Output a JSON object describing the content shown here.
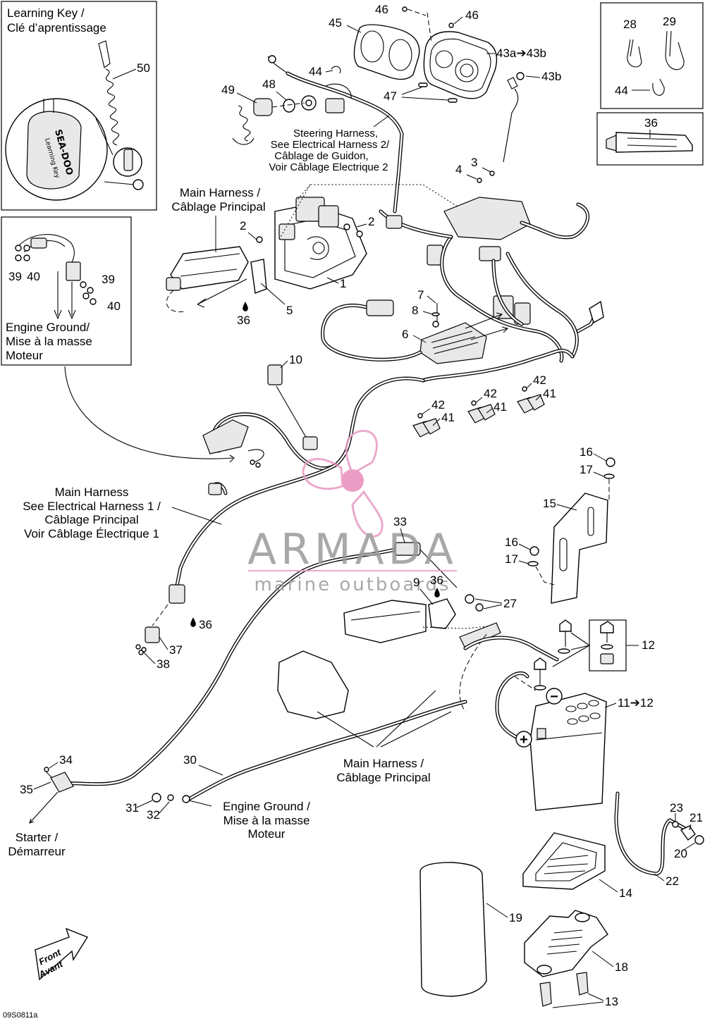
{
  "colors": {
    "ink": "#000000",
    "watermark_text": "#9a9a9a",
    "watermark_logo": "#e79cc3",
    "watermark_logo_center": "#e88dbb"
  },
  "watermark": {
    "brand": "ARMADA",
    "tagline": "marine outboards"
  },
  "inset_learning_key": {
    "title_line1": "Learning Key /",
    "title_line2": "Clé d’aprentissage",
    "brand_text": "SEA-DOO",
    "key_text": "Learning Key",
    "part": "50"
  },
  "inset_engine_ground": {
    "caption_line1": "Engine Ground/",
    "caption_line2": "Mise à la masse",
    "caption_line3": "Moteur",
    "parts": [
      "39",
      "40",
      "39",
      "40"
    ]
  },
  "inset_ties": {
    "parts": [
      "28",
      "29",
      "44"
    ]
  },
  "inset_grease": {
    "part": "36"
  },
  "labels": {
    "steering_harness": [
      "Steering Harness,",
      "See Electrical Harness 2/",
      "Câblage de Guidon,",
      "Voir Câblage Electrique 2"
    ],
    "main_harness_top": [
      "Main Harness /",
      "Câblage Principal"
    ],
    "main_harness_left": [
      "Main Harness",
      "See Electrical Harness 1 /",
      "Câblage Principal",
      "Voir Câblage Électrique 1"
    ],
    "main_harness_bottom": [
      "Main Harness /",
      "Câblage Principal"
    ],
    "engine_ground_bottom": [
      "Engine Ground /",
      "Mise à la masse",
      "Moteur"
    ],
    "starter": [
      "Starter /",
      "Démarreur"
    ],
    "front": [
      "Front",
      "Avant"
    ],
    "drawing_code": "09S0811a"
  },
  "callouts": {
    "c46a": "46",
    "c46b": "46",
    "c45": "45",
    "c43ab": "43a➔43b",
    "c43b": "43b",
    "c44": "44",
    "c48": "48",
    "c49": "49",
    "c47": "47",
    "c3": "3",
    "c4": "4",
    "c2a": "2",
    "c2b": "2",
    "c1": "1",
    "c5": "5",
    "c36a": "36",
    "c7": "7",
    "c8": "8",
    "c6": "6",
    "c10": "10",
    "c42a": "42",
    "c41a": "41",
    "c42b": "42",
    "c41b": "41",
    "c42c": "42",
    "c41c": "41",
    "c16a": "16",
    "c17a": "17",
    "c15": "15",
    "c16b": "16",
    "c17b": "17",
    "c33": "33",
    "c9": "9",
    "c36b": "36",
    "c27": "27",
    "c36c": "36",
    "c37": "37",
    "c38": "38",
    "c12a": "12",
    "c11": "11➔12",
    "c34": "34",
    "c35": "35",
    "c30": "30",
    "c31": "31",
    "c32": "32",
    "c23": "23",
    "c21": "21",
    "c20": "20",
    "c22": "22",
    "c14": "14",
    "c19": "19",
    "c18": "18",
    "c13": "13"
  },
  "battery_signs": {
    "minus": "−",
    "plus": "+"
  }
}
